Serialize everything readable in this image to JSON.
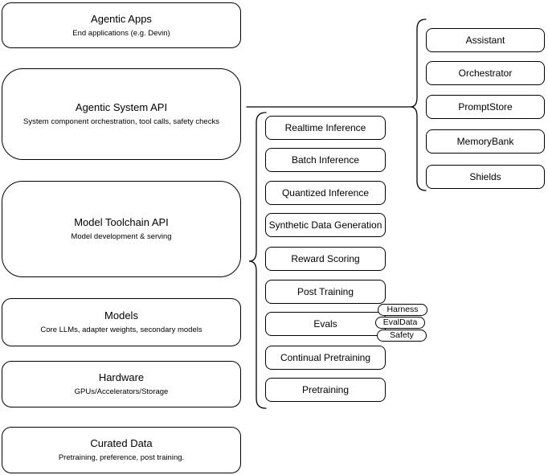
{
  "diagram": {
    "stack": [
      {
        "title": "Agentic Apps",
        "subtitle": "End applications (e.g. Devin)"
      },
      {
        "title": "Agentic System API",
        "subtitle": "System component orchestration, tool calls, safety checks"
      },
      {
        "title": "Model Toolchain API",
        "subtitle": "Model development & serving"
      },
      {
        "title": "Models",
        "subtitle": "Core LLMs, adapter weights, secondary models"
      },
      {
        "title": "Hardware",
        "subtitle": "GPUs/Accelerators/Storage"
      },
      {
        "title": "Curated Data",
        "subtitle": "Pretraining, preference, post training."
      }
    ],
    "toolchain_services": [
      {
        "label": "Realtime Inference"
      },
      {
        "label": "Batch Inference"
      },
      {
        "label": "Quantized Inference"
      },
      {
        "label": "Synthetic Data Generation"
      },
      {
        "label": "Reward Scoring"
      },
      {
        "label": "Post Training"
      },
      {
        "label": "Evals"
      },
      {
        "label": "Continual Pretraining"
      },
      {
        "label": "Pretraining"
      }
    ],
    "evals_tags": [
      {
        "label": "Harness"
      },
      {
        "label": "EvalData"
      },
      {
        "label": "Safety"
      }
    ],
    "system_components": [
      {
        "label": "Assistant"
      },
      {
        "label": "Orchestrator"
      },
      {
        "label": "PromptStore"
      },
      {
        "label": "MemoryBank"
      },
      {
        "label": "Shields"
      }
    ],
    "colors": {
      "stroke": "#000000",
      "fill": "#ffffff",
      "text": "#000000",
      "background": "#ffffff"
    }
  }
}
